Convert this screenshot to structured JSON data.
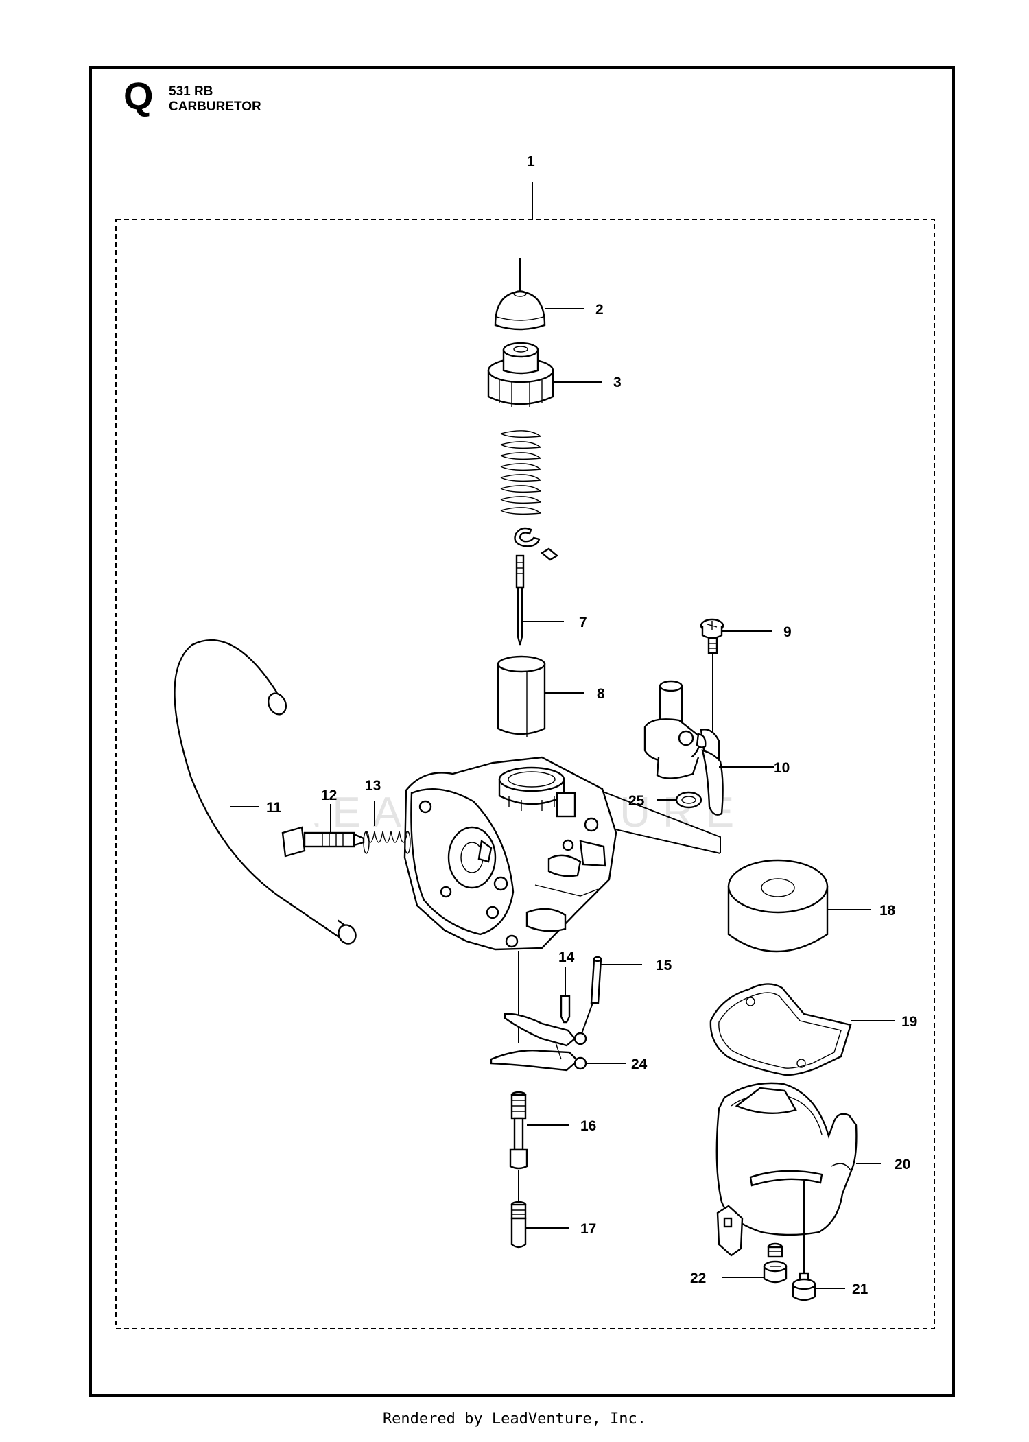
{
  "header": {
    "section_letter": "Q",
    "model": "531 RB",
    "title": "CARBURETOR"
  },
  "watermark": "LEADVENTURE",
  "footer": "Rendered by LeadVenture, Inc.",
  "callouts": [
    "1",
    "2",
    "3",
    "7",
    "8",
    "9",
    "10",
    "11",
    "12",
    "13",
    "14",
    "15",
    "16",
    "17",
    "18",
    "19",
    "20",
    "21",
    "22",
    "24",
    "25"
  ],
  "colors": {
    "line": "#000000",
    "background": "#ffffff",
    "watermark": "#d9d9d9"
  }
}
